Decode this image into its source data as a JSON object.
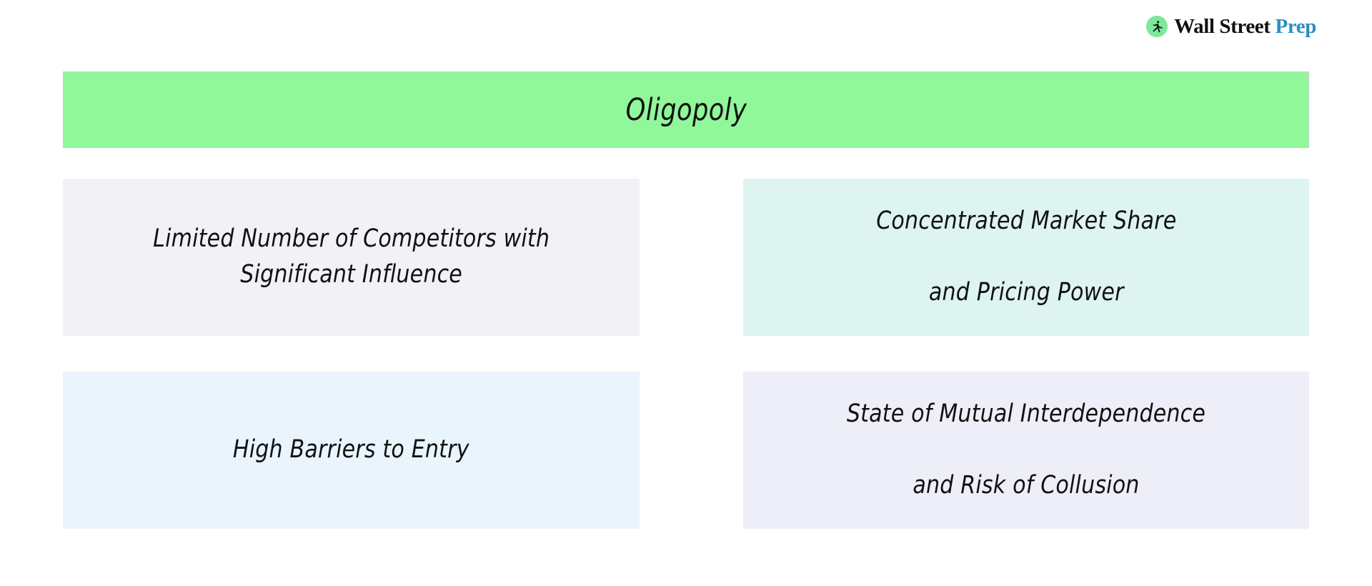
{
  "brand": {
    "icon": "running-person-logo-icon",
    "primary_text": "Wall Street",
    "accent_text": "Prep",
    "mark_color": "#7de89a",
    "primary_color": "#111111",
    "accent_color": "#2b8fc4"
  },
  "banner": {
    "title": "Oligopoly",
    "background_color": "#90f79a",
    "border_color": "#c9cdd2",
    "text_color": "#111111"
  },
  "cards": [
    {
      "id": "limited-competitors",
      "text": "Limited Number of Competitors with\nSignificant Influence",
      "background_color": "#f2f2f6"
    },
    {
      "id": "concentrated-market-share",
      "text": "Concentrated Market Share\n\nand Pricing Power",
      "background_color": "#ddf4f1"
    },
    {
      "id": "high-barriers-to-entry",
      "text": "High Barriers to Entry",
      "background_color": "#e9f4fd"
    },
    {
      "id": "mutual-interdependence",
      "text": "State of Mutual Interdependence\n\nand Risk of Collusion",
      "background_color": "#eeeef8"
    }
  ]
}
